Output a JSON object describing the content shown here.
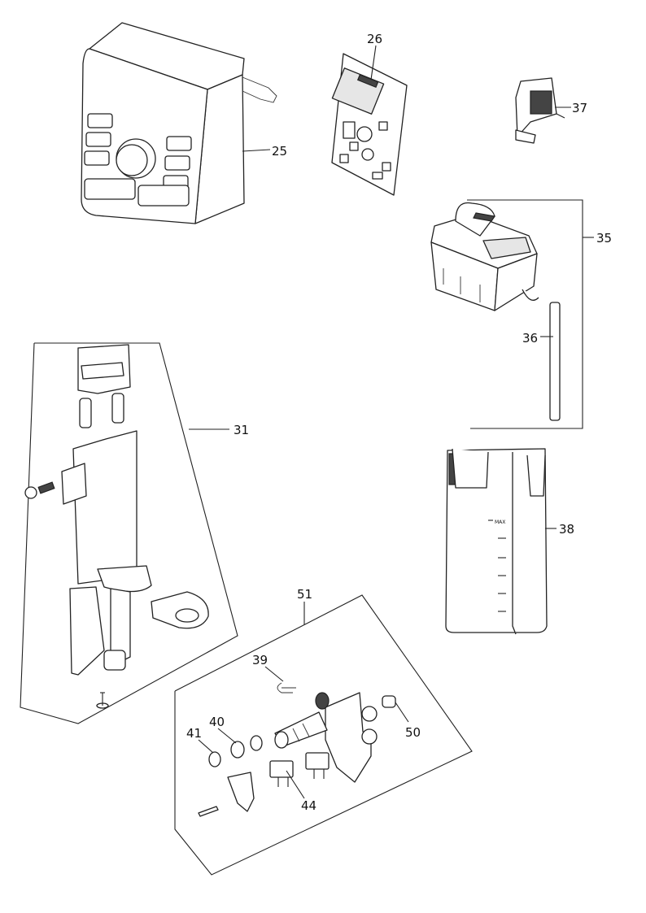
{
  "labels": {
    "p25": "25",
    "p26": "26",
    "p31": "31",
    "p35": "35",
    "p36": "36",
    "p37": "37",
    "p38": "38",
    "p39": "39",
    "p40": "40",
    "p41": "41",
    "p44": "44",
    "p50": "50",
    "p51": "51"
  },
  "tank_marking": "MAX"
}
